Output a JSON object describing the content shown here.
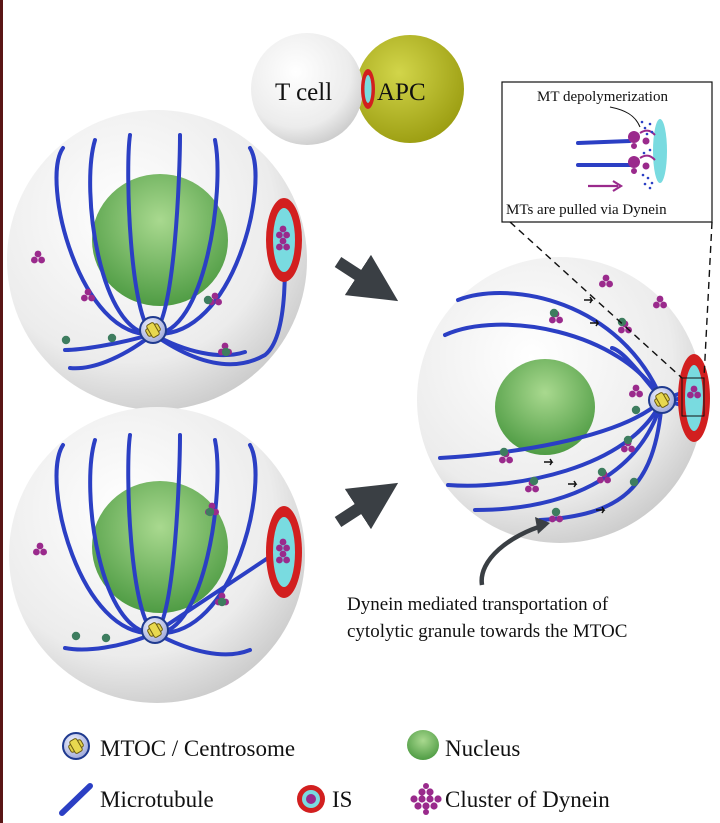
{
  "top_cells": {
    "t_cell": "T cell",
    "apc": "APC"
  },
  "inset": {
    "depolymerization": "MT depolymerization",
    "pulled": "MTs are pulled via Dynein"
  },
  "annotation": {
    "line1": "Dynein mediated transportation of",
    "line2": "cytolytic granule towards the MTOC"
  },
  "legend": {
    "mtoc": "MTOC / Centrosome",
    "nucleus": "Nucleus",
    "microtubule": "Microtubule",
    "is": "IS",
    "dynein": "Cluster of Dynein"
  },
  "colors": {
    "microtubule": "#2b3fc4",
    "nucleus": "#7cbf66",
    "is_ring": "#d21f1f",
    "is_inner": "#79dbe0",
    "dynein": "#9a2a8c",
    "apc": "#b5b81a",
    "arrow": "#3a3f44",
    "mtoc_ring": "#1f3a8f",
    "mtoc_body": "#e3d24a"
  }
}
